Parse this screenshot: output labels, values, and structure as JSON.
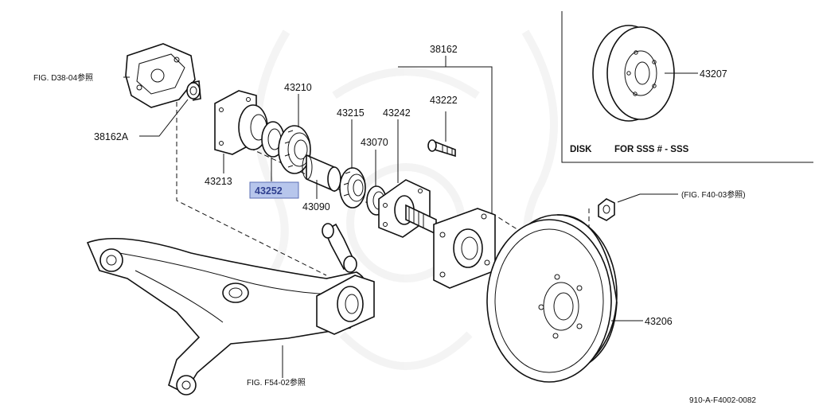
{
  "labels": {
    "fig_d38": "FIG. D38-04参照",
    "fig_f40": "(FIG. F40-03参照)",
    "fig_f54": "FIG. F54-02参照",
    "p38162a": "38162A",
    "p43213": "43213",
    "p43252": "43252",
    "p43210": "43210",
    "p43090": "43090",
    "p43215": "43215",
    "p43070": "43070",
    "p43242": "43242",
    "p38162": "38162",
    "p43222": "43222",
    "p43207": "43207",
    "p43206": "43206",
    "disk_word": "DISK",
    "disk_for": "FOR SSS # - SSS",
    "ref_code": "910-A-F4002-0082"
  }
}
